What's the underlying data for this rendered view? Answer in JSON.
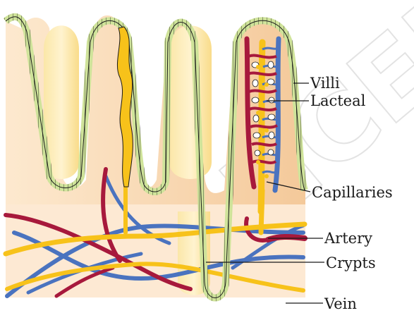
{
  "diagram": {
    "labels": {
      "villi": "Villi",
      "lacteal": "Lacteal",
      "capillaries": "Capillaries",
      "artery": "Artery",
      "crypts": "Crypts",
      "vein": "Vein"
    },
    "watermark": "NCERT",
    "colors": {
      "tissue": "#fbe3c6",
      "lacteal": "#f7c21a",
      "lacteal_light": "#fbe6a4",
      "artery": "#a7193c",
      "vein": "#4a73bf",
      "epithelium": "#c9de89",
      "outline": "#1a1a1a"
    }
  }
}
